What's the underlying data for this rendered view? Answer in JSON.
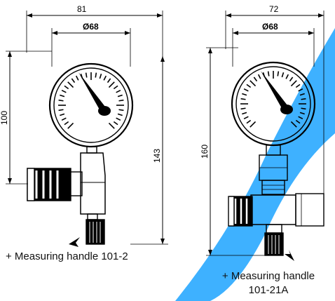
{
  "gauge_left": {
    "width_dim": "81",
    "dial_dim": "Ø68",
    "height_dim": "143",
    "partial_dim": "100"
  },
  "gauge_right": {
    "width_dim": "72",
    "dial_dim": "Ø68",
    "height_dim": "160"
  },
  "captions": {
    "left": "+ Measuring handle 101-2",
    "right_line1": "+ Measuring handle",
    "right_line2": "101-21A"
  },
  "colors": {
    "accent_stripe": "#29a8ff",
    "line": "#000000"
  }
}
